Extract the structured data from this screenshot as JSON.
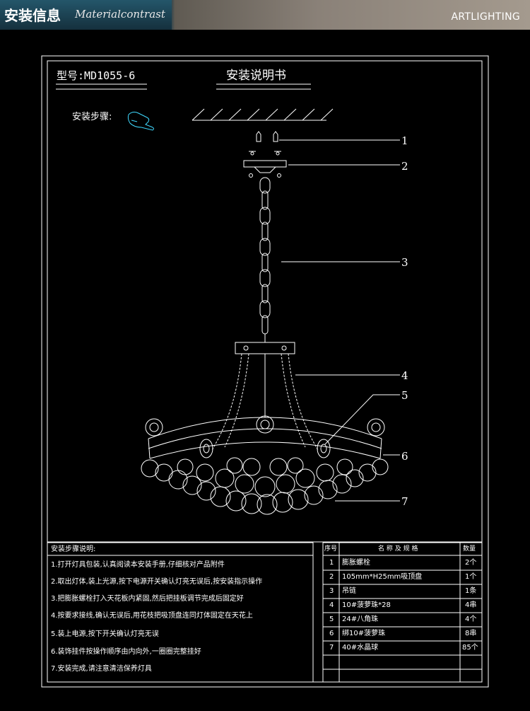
{
  "header": {
    "title_cn": "安装信息",
    "title_en": "Materialcontrast",
    "brand": "ARTLIGHTING"
  },
  "drawing": {
    "model": "型号:MD1055-6",
    "doc_title": "安装说明书",
    "steps_label": "安装步骤:",
    "callouts": [
      "1",
      "2",
      "3",
      "4",
      "5",
      "6",
      "7"
    ]
  },
  "instructions": {
    "title": "安装步骤说明:",
    "steps": [
      "1.打开灯具包装,认真阅读本安装手册,仔细核对产品附件",
      "2.取出灯体,装上光源,按下电源开关确认灯亮无误后,按安装指示操作",
      "3.把膨胀螺栓打入天花板内紧固,然后把挂板调节完成后固定好",
      "4.按要求接线,确认无误后,用花枝把吸顶盘连同灯体固定在天花上",
      "5.装上电源,按下开关确认灯亮无误",
      "6.装饰挂件按操作顺序由内向外,一圈圈完整挂好",
      "7.安装完成,请注意清洁保养灯具"
    ]
  },
  "parts_table": {
    "headers": [
      "序号",
      "名 称 及 规 格",
      "数量"
    ],
    "rows": [
      [
        "1",
        "膨胀螺栓",
        "2个"
      ],
      [
        "2",
        "105mm*H25mm吸顶盘",
        "1个"
      ],
      [
        "3",
        "吊链",
        "1条"
      ],
      [
        "4",
        "10#菠萝珠*28",
        "4串"
      ],
      [
        "5",
        "24#八角珠",
        "4个"
      ],
      [
        "6",
        "绑10#菠萝珠",
        "8串"
      ],
      [
        "7",
        "40#水晶球",
        "85个"
      ]
    ]
  }
}
